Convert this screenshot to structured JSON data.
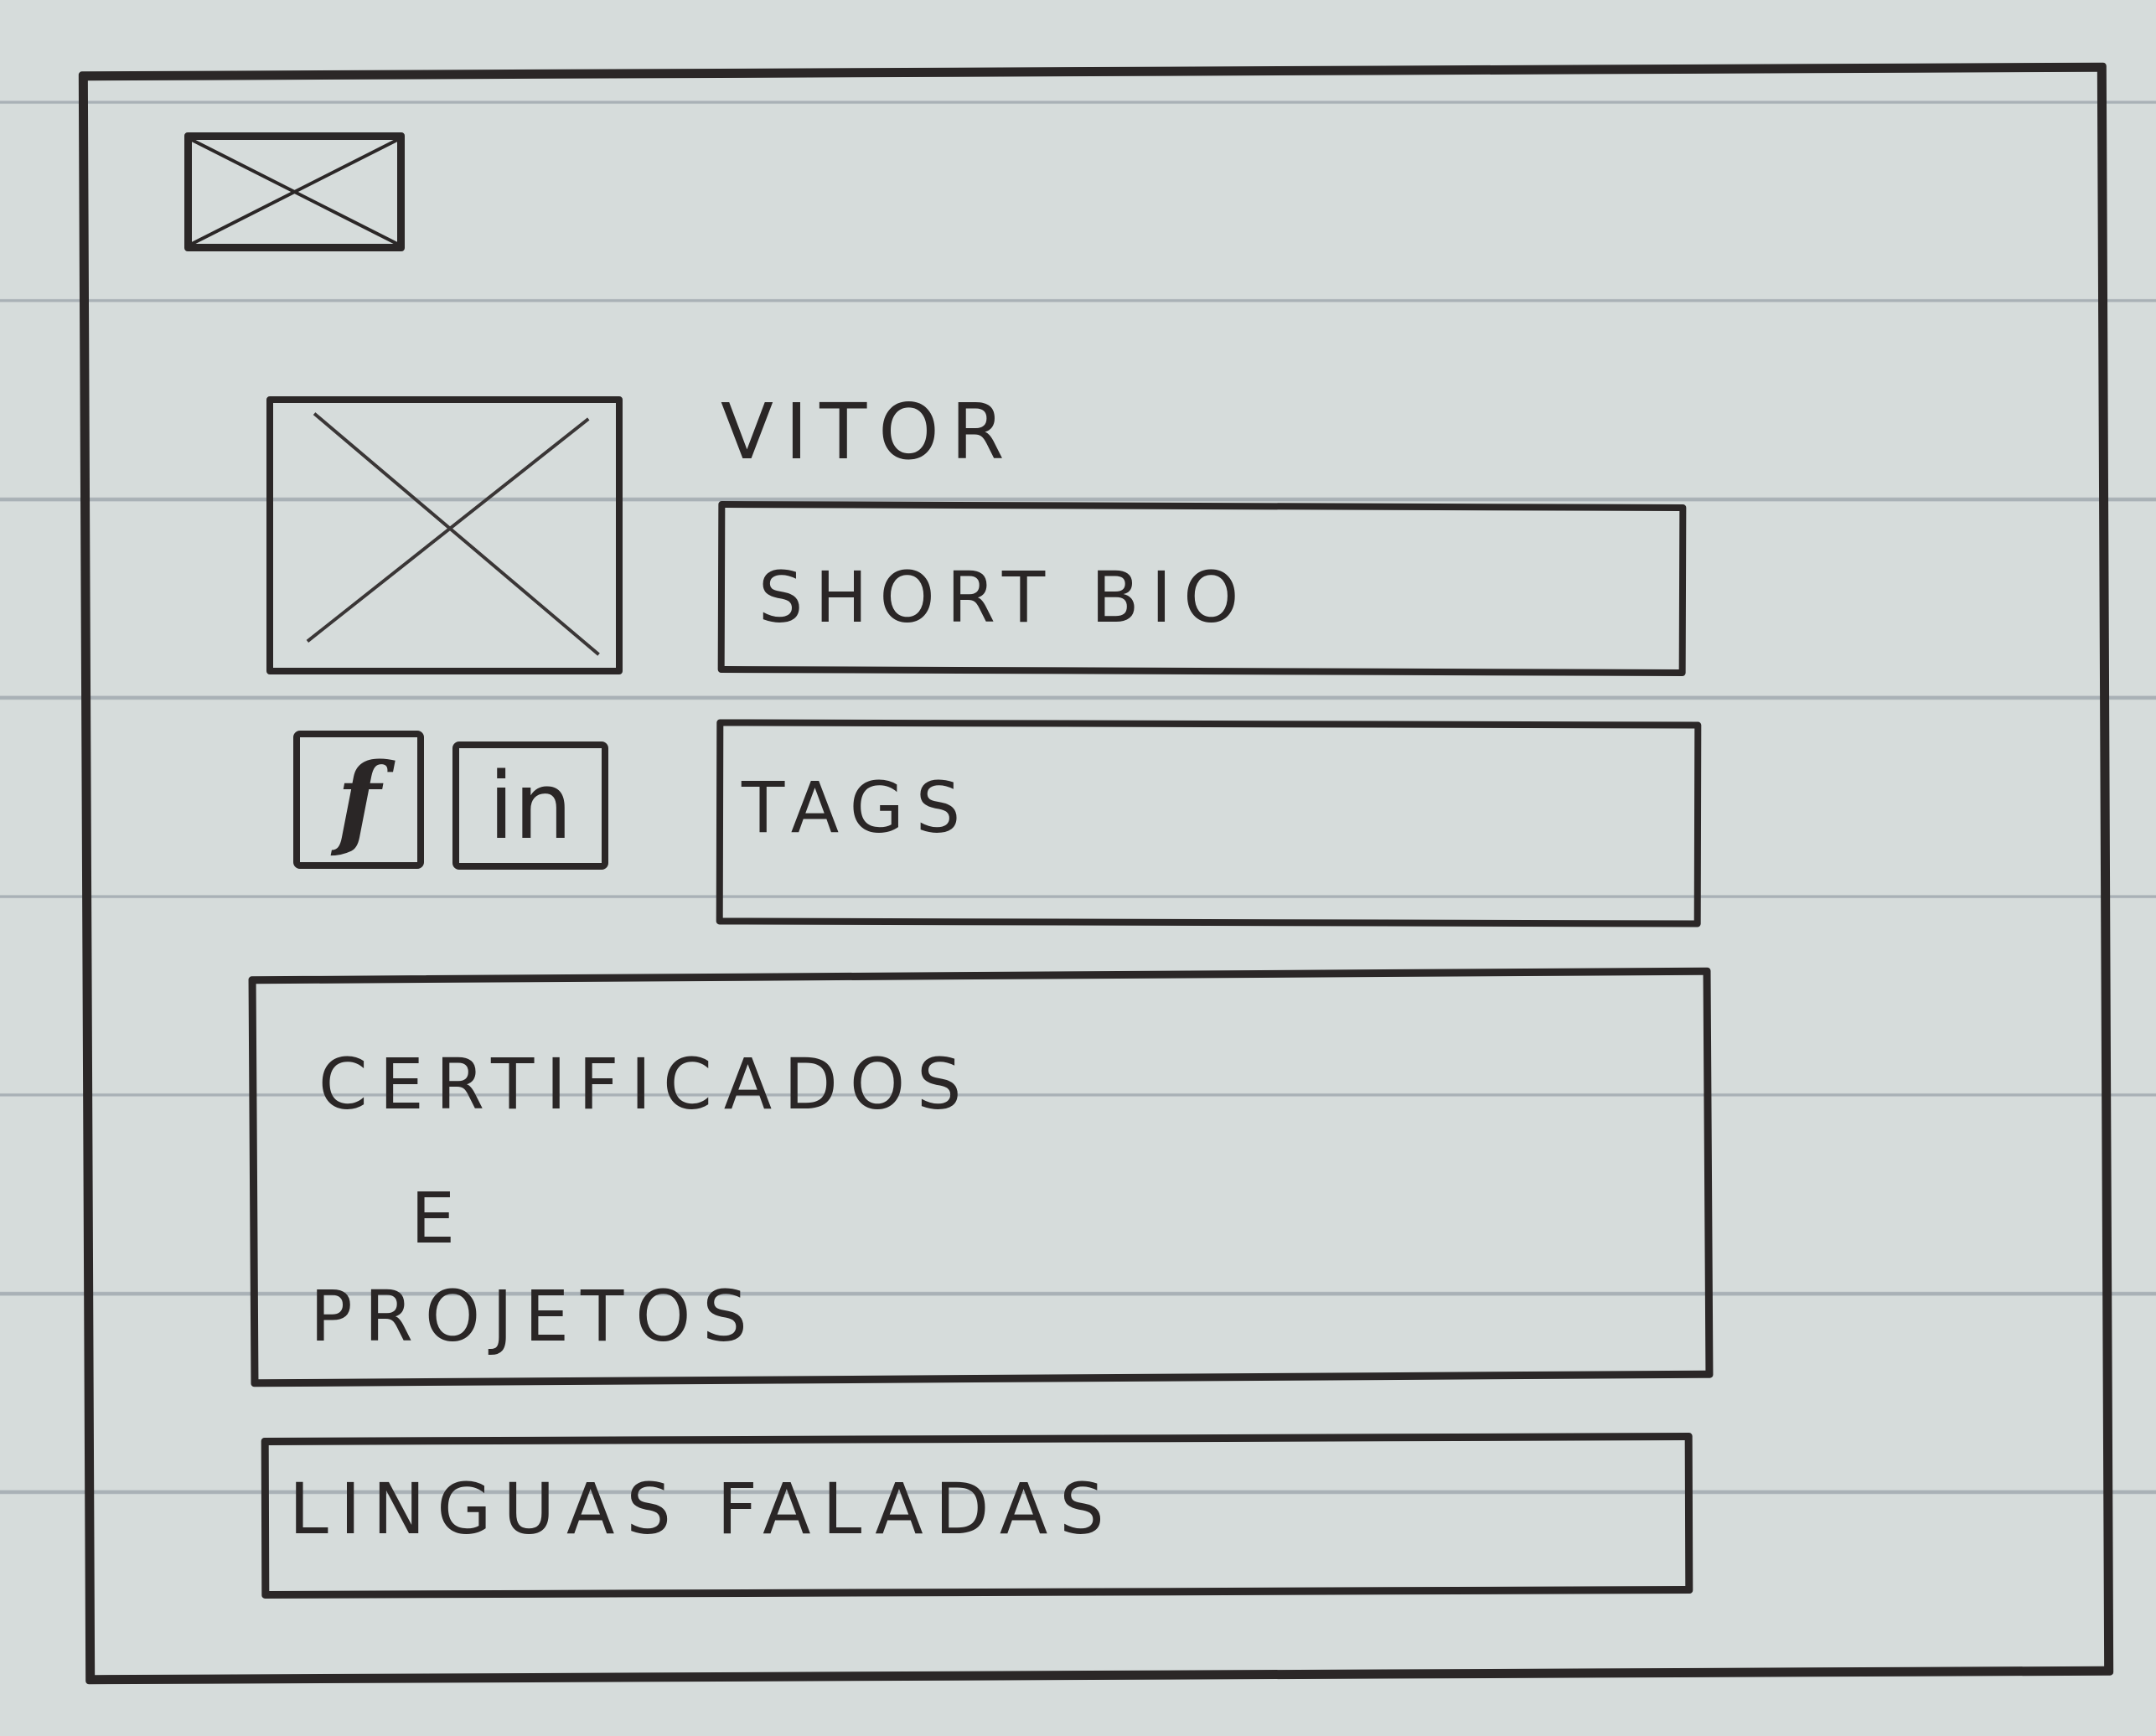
{
  "header": {
    "logo_icon": "image-placeholder-icon"
  },
  "profile": {
    "avatar_icon": "image-placeholder-icon",
    "name": "VITOR",
    "short_bio": "SHORT BIO",
    "tags": "TAGS"
  },
  "social": {
    "facebook_label": "f",
    "facebook_icon": "facebook-icon",
    "linkedin_label": "in",
    "linkedin_icon": "linkedin-icon"
  },
  "certificates": {
    "line1": "CERTIFICADOS",
    "line2": "E",
    "line3": "PROJETOS"
  },
  "languages": {
    "label": "LINGUAS FALADAS"
  },
  "colors": {
    "paper": "#d6dcdb",
    "ink": "#2b2727",
    "ruled_line": "#a9b1b6"
  }
}
